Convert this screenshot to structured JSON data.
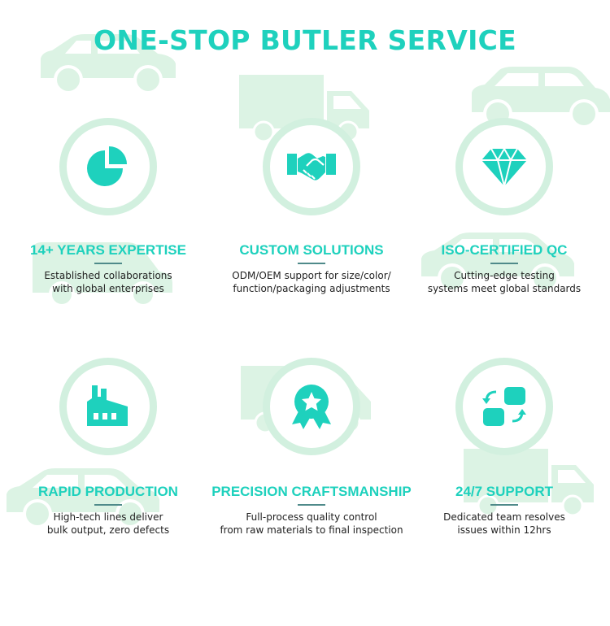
{
  "title": "ONE-STOP BUTLER SERVICE",
  "colors": {
    "accent": "#1ed1bd",
    "ring": "#d2f0df",
    "divider": "#4f8a8a",
    "background_vehicles": "#dcf3e4"
  },
  "features": [
    {
      "icon": "pie-chart-icon",
      "title": "14+ YEARS EXPERTISE",
      "desc_line1": "Established collaborations",
      "desc_line2": "with global enterprises"
    },
    {
      "icon": "handshake-icon",
      "title": "CUSTOM SOLUTIONS",
      "desc_line1": "ODM/OEM support for size/color/",
      "desc_line2": "function/packaging adjustments"
    },
    {
      "icon": "diamond-icon",
      "title": "ISO-CERTIFIED QC",
      "desc_line1": "Cutting-edge testing",
      "desc_line2": "systems meet global standards"
    },
    {
      "icon": "factory-icon",
      "title": "RAPID PRODUCTION",
      "desc_line1": "High-tech lines deliver",
      "desc_line2": "bulk output, zero defects"
    },
    {
      "icon": "award-badge-icon",
      "title": "PRECISION CRAFTSMANSHIP",
      "desc_line1": "Full-process quality control",
      "desc_line2": "from raw materials to final inspection"
    },
    {
      "icon": "sync-icon",
      "title": "24/7 SUPPORT",
      "desc_line1": "Dedicated team resolves",
      "desc_line2": "issues within 12hrs"
    }
  ]
}
